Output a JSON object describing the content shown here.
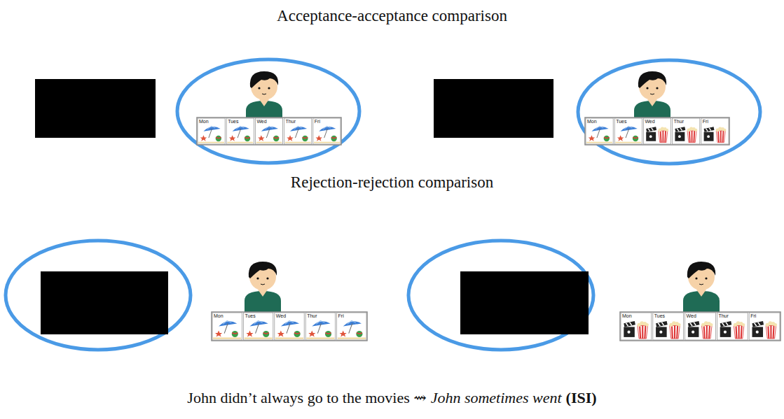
{
  "diagram": {
    "labels": [
      "Acceptance-acceptance comparison",
      "Mon",
      "Tues",
      "Wed",
      "Thur",
      "Fri",
      "Mon",
      "Tues",
      "Wed",
      "Thur",
      "Fri",
      "Rejection-rejection comparison",
      "Mon",
      "Tues",
      "Wed",
      "Thur",
      "Fri",
      "Mon",
      "Tues",
      "Wed",
      "Thur",
      "Fri",
      "John didn’t always go to the movies ⇝",
      "John sometimes went",
      "(ISI)"
    ]
  }
}
